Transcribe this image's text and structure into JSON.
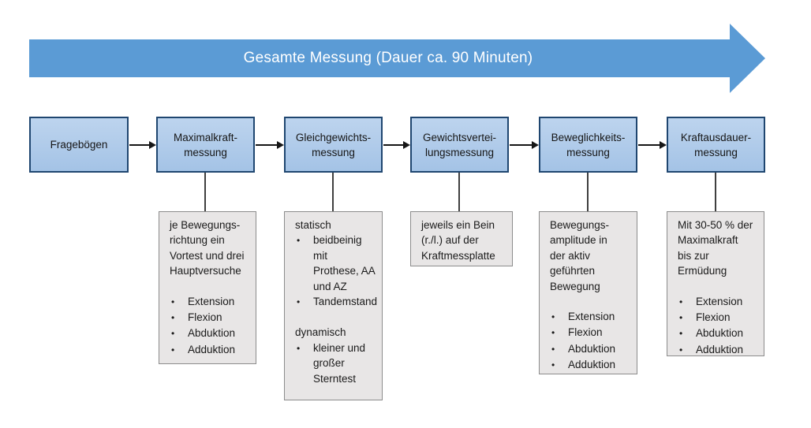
{
  "colors": {
    "banner_fill": "#5b9bd5",
    "banner_text": "#ffffff",
    "step_fill_top": "#bdd4ee",
    "step_fill_bottom": "#a4c3e6",
    "step_border": "#1f4670",
    "detail_fill": "#e8e6e6",
    "detail_border": "#8c8c8c",
    "connector": "#161616"
  },
  "glyphs": {
    "bullet": "•"
  },
  "banner": {
    "label": "Gesamte Messung (Dauer ca. 90 Minuten)"
  },
  "steps": [
    {
      "label": "Fragebögen"
    },
    {
      "label": "Maximalkraft-\nmessung"
    },
    {
      "label": "Gleichgewichts-\nmessung"
    },
    {
      "label": "Gewichtsvertei-\nlungsmessung"
    },
    {
      "label": "Beweglichkeits-\nmessung"
    },
    {
      "label": "Kraftausdauer-\nmessung"
    }
  ],
  "details": {
    "maximalkraft": {
      "intro": "je Bewegungs-\nrichtung ein\nVortest und drei\nHauptversuche",
      "bullets": [
        "Extension",
        "Flexion",
        "Abduktion",
        "Adduktion"
      ]
    },
    "gleichgewicht": {
      "section1_title": "statisch",
      "section1_bullets": [
        "beidbeinig\nmit\nProthese, AA\nund AZ",
        "Tandemstand"
      ],
      "section2_title": "dynamisch",
      "section2_bullets": [
        "kleiner und\ngroßer\nSterntest"
      ]
    },
    "gewichtsverteilung": {
      "text": "jeweils ein Bein\n(r./l.) auf der\nKraftmessplatte"
    },
    "beweglichkeit": {
      "intro": "Bewegungs-\namplitude in\nder aktiv\ngeführten\nBewegung",
      "bullets": [
        "Extension",
        "Flexion",
        "Abduktion",
        "Adduktion"
      ]
    },
    "kraftausdauer": {
      "intro": "Mit 30-50 % der\nMaximalkraft\nbis zur\nErmüdung",
      "bullets": [
        "Extension",
        "Flexion",
        "Abduktion",
        "Adduktion"
      ]
    }
  }
}
